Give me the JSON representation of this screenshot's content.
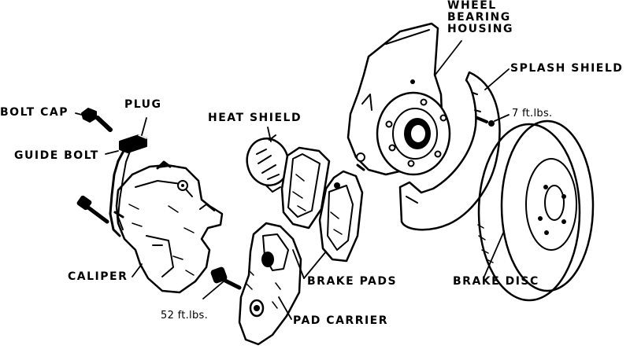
{
  "labels": {
    "wheel_bearing_housing": [
      "WHEEL",
      "BEARING",
      "HOUSING"
    ],
    "splash_shield": "SPLASH SHIELD",
    "bolt_cap": "BOLT CAP",
    "plug": "PLUG",
    "heat_shield": "HEAT SHIELD",
    "torque_7": "7  ft.lbs.",
    "guide_bolt": "GUIDE BOLT",
    "caliper": "CALIPER",
    "brake_pads": "BRAKE PADS",
    "brake_disc": "BRAKE DISC",
    "torque_52": "52  ft.lbs.",
    "pad_carrier": "PAD CARRIER"
  },
  "colors": {
    "ink": "#000000",
    "paper": "#ffffff"
  }
}
